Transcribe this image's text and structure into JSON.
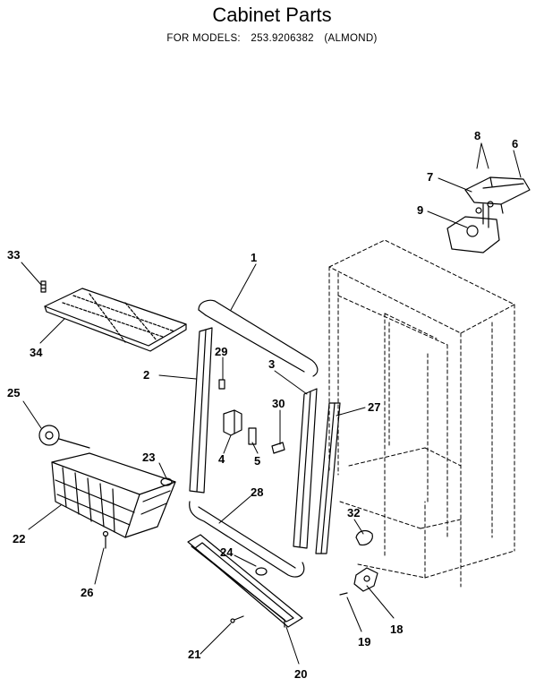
{
  "title": "Cabinet Parts",
  "models_label": "FOR MODELS:",
  "model_number": "253.9206382",
  "model_variant": "(ALMOND)",
  "parts": [
    {
      "id": "p1",
      "number": "1"
    },
    {
      "id": "p2",
      "number": "2"
    },
    {
      "id": "p3",
      "number": "3"
    },
    {
      "id": "p4",
      "number": "4"
    },
    {
      "id": "p5",
      "number": "5"
    },
    {
      "id": "p6",
      "number": "6"
    },
    {
      "id": "p7",
      "number": "7"
    },
    {
      "id": "p8",
      "number": "8"
    },
    {
      "id": "p9",
      "number": "9"
    },
    {
      "id": "p18",
      "number": "18"
    },
    {
      "id": "p19",
      "number": "19"
    },
    {
      "id": "p20",
      "number": "20"
    },
    {
      "id": "p21",
      "number": "21"
    },
    {
      "id": "p22",
      "number": "22"
    },
    {
      "id": "p23",
      "number": "23"
    },
    {
      "id": "p24",
      "number": "24"
    },
    {
      "id": "p25",
      "number": "25"
    },
    {
      "id": "p26",
      "number": "26"
    },
    {
      "id": "p27",
      "number": "27"
    },
    {
      "id": "p28",
      "number": "28"
    },
    {
      "id": "p29",
      "number": "29"
    },
    {
      "id": "p30",
      "number": "30"
    },
    {
      "id": "p32",
      "number": "32"
    },
    {
      "id": "p33",
      "number": "33"
    },
    {
      "id": "p34",
      "number": "34"
    }
  ]
}
